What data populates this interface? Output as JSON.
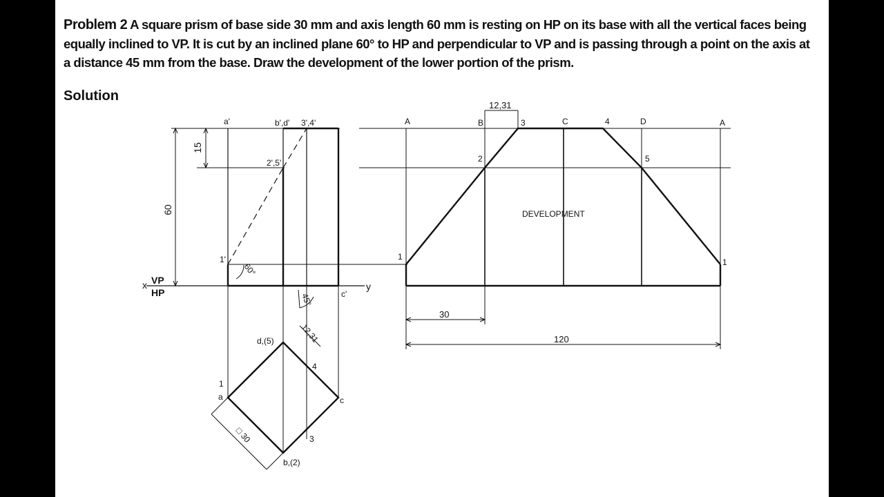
{
  "problem": {
    "label": "Problem 2",
    "text": "A square prism of base side 30 mm and axis length 60 mm is resting on HP on its base with all the vertical faces being equally inclined to VP. It is cut by an inclined plane 60° to HP and perpendicular to VP and is passing through a point on the axis at a distance 45 mm from the base. Draw the development of the lower portion of the prism."
  },
  "solution_heading": "Solution",
  "views": {
    "front": {
      "top_labels": [
        "a'",
        "b',d'",
        "3',4'"
      ],
      "cut_label": "2',5'",
      "point1": "1'",
      "c_label": "c'",
      "angle": "60°",
      "dim_height": "60",
      "dim_cut": "15"
    },
    "ref_line": {
      "x": "x",
      "y": "y",
      "vp": "VP",
      "hp": "HP"
    },
    "top": {
      "a": "a",
      "a_num": "1",
      "b": "b,(2)",
      "c": "c",
      "d": "d,(5)",
      "p3": "3",
      "p4": "4",
      "angle": "45°",
      "dim_offset": "12,31",
      "dim_side": "□ 30"
    }
  },
  "development": {
    "title": "DEVELOPMENT",
    "top_letters": [
      "A",
      "B",
      "3",
      "C",
      "4",
      "D",
      "A"
    ],
    "side_points": [
      "1",
      "2",
      "5",
      "1"
    ],
    "dim_top": "12,31",
    "dim_width": "30",
    "dim_total": "120"
  }
}
